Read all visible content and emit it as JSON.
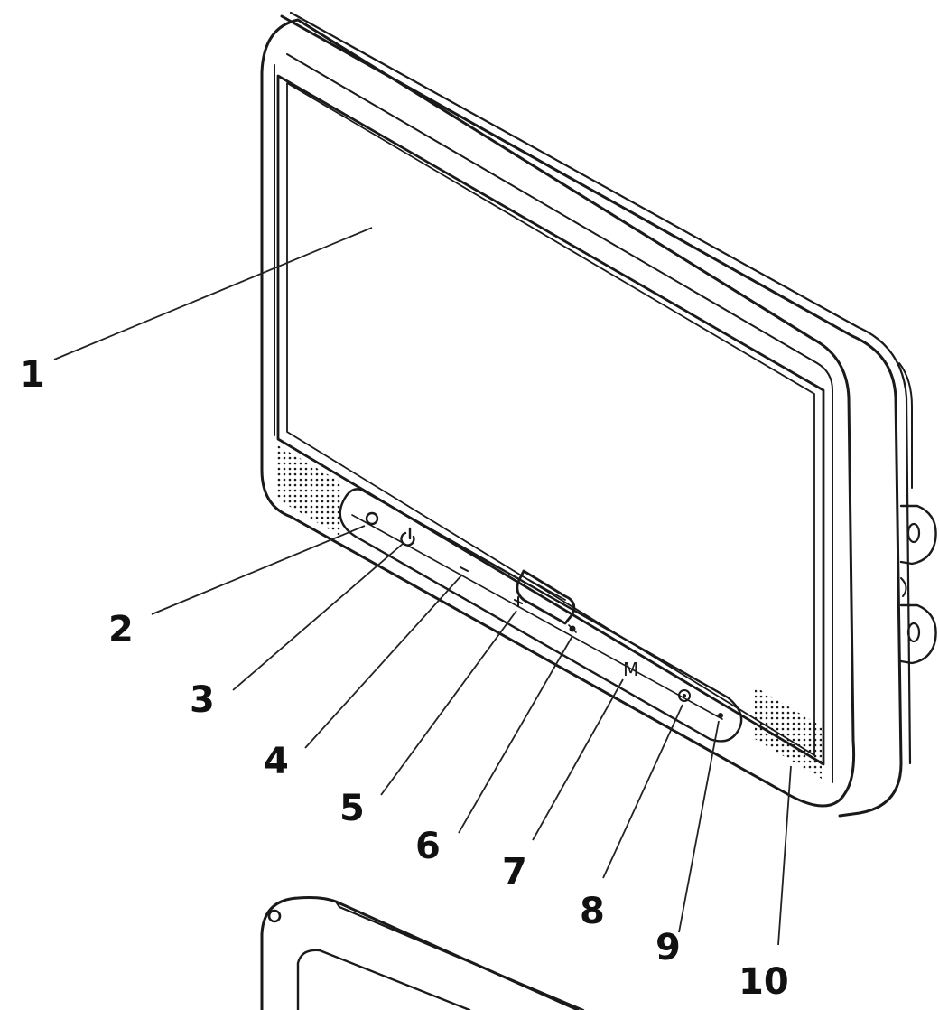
{
  "figure": {
    "callouts": [
      {
        "id": "1",
        "label": "1"
      },
      {
        "id": "2",
        "label": "2"
      },
      {
        "id": "3",
        "label": "3"
      },
      {
        "id": "4",
        "label": "4"
      },
      {
        "id": "5",
        "label": "5"
      },
      {
        "id": "6",
        "label": "6"
      },
      {
        "id": "7",
        "label": "7"
      },
      {
        "id": "8",
        "label": "8"
      },
      {
        "id": "9",
        "label": "9"
      },
      {
        "id": "10",
        "label": "10"
      }
    ],
    "buttons": {
      "menu_glyph": "M"
    },
    "colors": {
      "line": "#1a1a1a",
      "background": "#ffffff"
    }
  }
}
